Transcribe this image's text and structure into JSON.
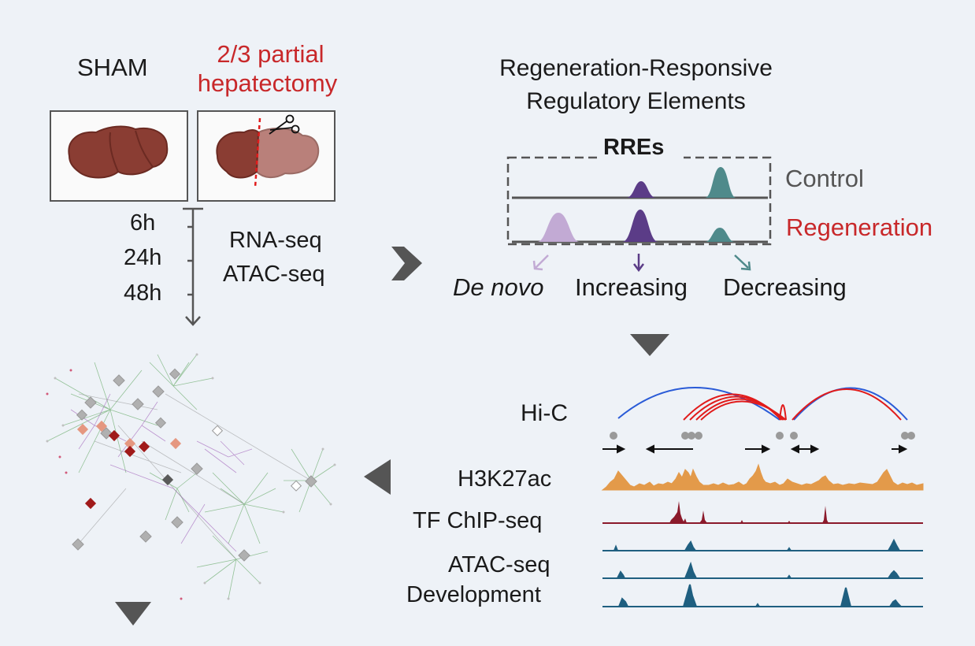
{
  "top_left": {
    "sham_label": "SHAM",
    "hepatectomy_label_line1": "2/3 partial",
    "hepatectomy_label_line2": "hepatectomy",
    "timepoints": [
      "6h",
      "24h",
      "48h"
    ],
    "assay_1": "RNA-seq",
    "assay_2": "ATAC-seq"
  },
  "top_right": {
    "title_line1": "Regeneration-Responsive",
    "title_line2": "Regulatory Elements",
    "rres_label": "RREs",
    "control_label": "Control",
    "regeneration_label": "Regeneration",
    "category_de_novo": "De novo",
    "category_increasing": "Increasing",
    "category_decreasing": "Decreasing"
  },
  "tracks": {
    "hic": "Hi-C",
    "h3k27ac": "H3K27ac",
    "tf_chip": "TF ChIP-seq",
    "atac": "ATAC-seq",
    "development": "Development"
  },
  "colors": {
    "liver": "#8a3d33",
    "liver_outline": "#6b2a22",
    "cut_region": "#b9807a",
    "de_novo": "#c2aad4",
    "increasing": "#5b3c87",
    "decreasing": "#4f8a8b",
    "h3k27ac": "#e39a4a",
    "tf_chip": "#8b1a2b",
    "atac": "#1f5f80",
    "hic_blue": "#2a5bd7",
    "hic_red": "#e11b1b",
    "arrow_gray": "#555555",
    "text_red": "#c8282a"
  }
}
